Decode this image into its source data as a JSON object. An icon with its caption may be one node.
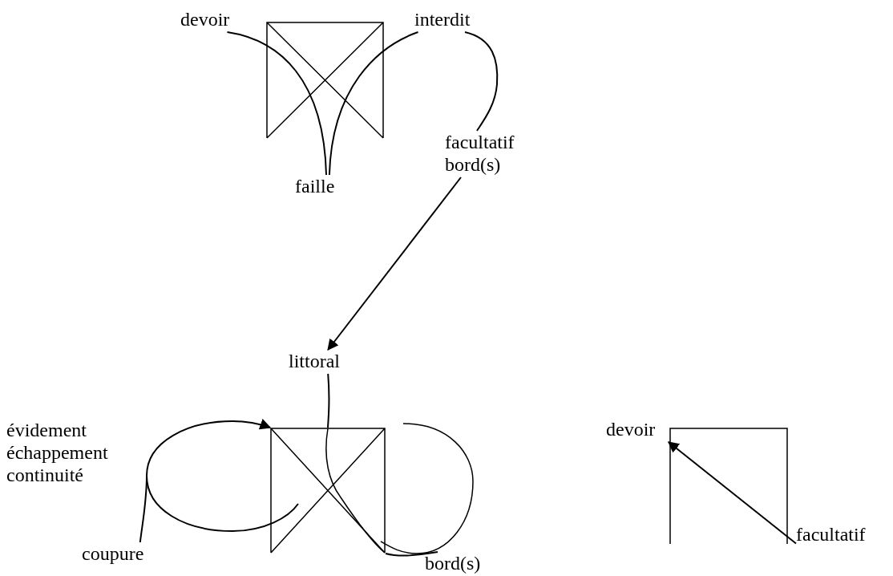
{
  "diagram": {
    "nodes": [
      {
        "text": [
          "devoir"
        ]
      },
      {
        "text": [
          "interdit"
        ]
      },
      {
        "text": [
          "faille"
        ]
      },
      {
        "text": [
          "facultatif",
          "bord(s)"
        ]
      },
      {
        "text": [
          "littoral"
        ]
      },
      {
        "text": [
          "évidement",
          "échappement",
          "continuité"
        ]
      },
      {
        "text": [],
        "shape": "box"
      },
      {
        "text": [
          "coupure"
        ]
      },
      {
        "text": [
          "bord(s)"
        ]
      },
      {
        "text": [
          "devoir"
        ]
      },
      {
        "text": [
          "facultatif"
        ]
      }
    ],
    "edges": [
      {
        "from": 0,
        "to": 2,
        "arrow": "none"
      },
      {
        "from": 1,
        "to": 2,
        "arrow": "none"
      },
      {
        "from": 1,
        "to": 3,
        "arrow": "none"
      },
      {
        "from": 3,
        "to": 4,
        "arrow": "to"
      },
      {
        "from": 7,
        "to": 6,
        "arrow": "to"
      },
      {
        "from": 4,
        "to": 6,
        "arrow": "none"
      },
      {
        "from": 6,
        "to": 8,
        "arrow": "none"
      },
      {
        "from": 10,
        "to": 9,
        "arrow": "to"
      }
    ]
  }
}
